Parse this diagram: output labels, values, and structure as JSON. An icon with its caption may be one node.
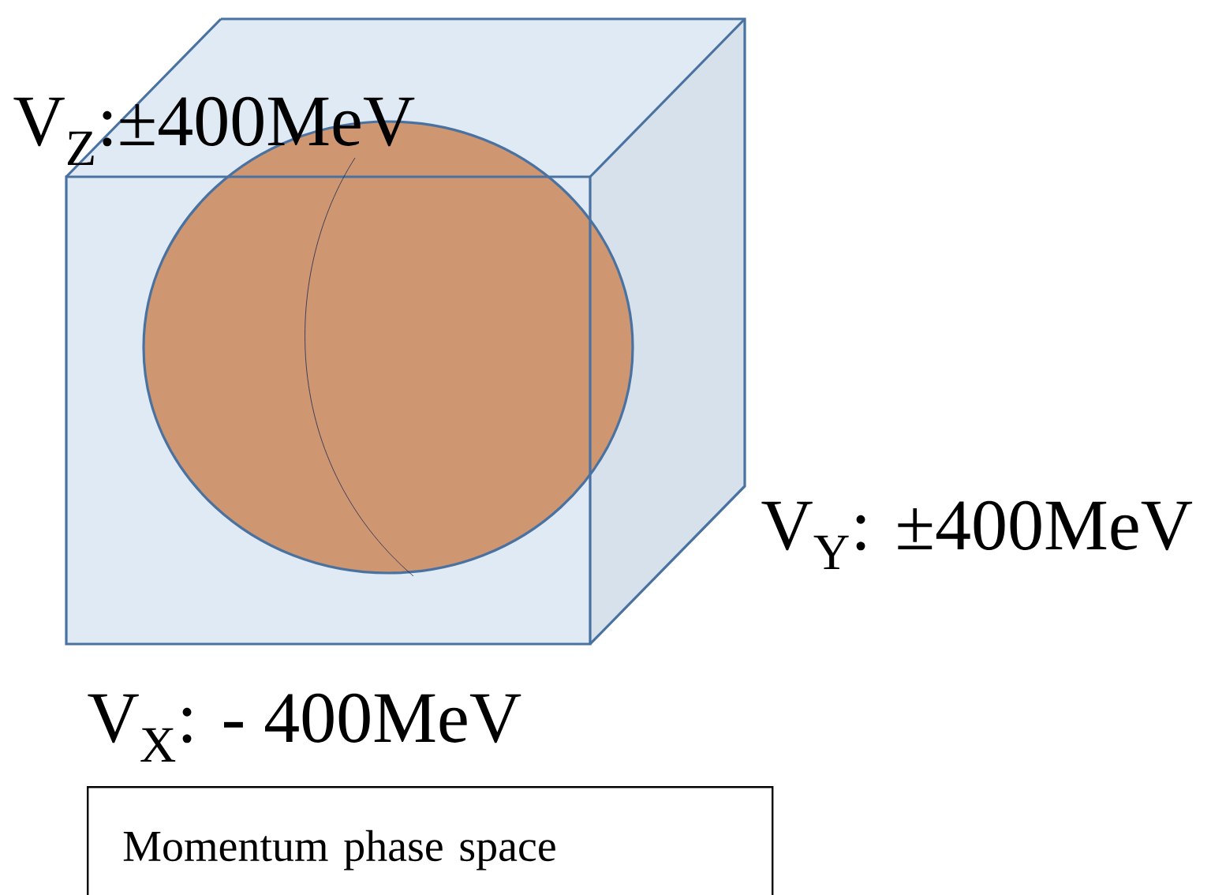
{
  "diagram": {
    "nodes": [
      {
        "text": [
          "Momentum phase space"
        ]
      }
    ],
    "labels": [
      "V$_{Z}$:±400MeV",
      "V$_{Y}$: ±400MeV",
      "V$_{X}$: - 400MeV"
    ]
  }
}
